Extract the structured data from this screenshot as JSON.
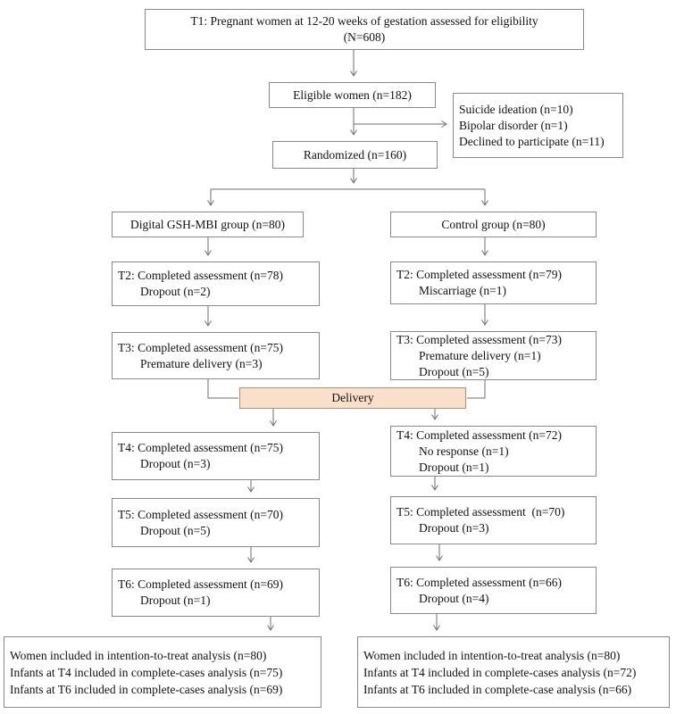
{
  "colors": {
    "background": "#ffffff",
    "text": "#111111",
    "box_border": "#888888",
    "line": "#6e6e6e",
    "delivery_fill": "#fadfca",
    "delivery_border": "#a98f7c"
  },
  "boxes": {
    "t1": {
      "lines": [
        "T1: Pregnant women at 12-20 weeks of gestation assessed for eligibility",
        "(N=608)"
      ]
    },
    "eligible": {
      "label": "Eligible women (n=182)"
    },
    "exclusions": {
      "lines": [
        "Suicide ideation (n=10)",
        "Bipolar disorder (n=1)",
        "Declined to participate (n=11)"
      ]
    },
    "randomized": {
      "label": "Randomized (n=160)"
    },
    "group_left": {
      "label": "Digital GSH-MBI group (n=80)"
    },
    "group_right": {
      "label": "Control group (n=80)"
    },
    "t2_left": {
      "lines": [
        "T2: Completed assessment (n=78)",
        "Dropout (n=2)"
      ]
    },
    "t2_right": {
      "lines": [
        "T2: Completed assessment (n=79)",
        "Miscarriage (n=1)"
      ]
    },
    "t3_left": {
      "lines": [
        "T3: Completed assessment (n=75)",
        "Premature delivery (n=3)"
      ]
    },
    "t3_right": {
      "lines": [
        "T3: Completed assessment (n=73)",
        "Premature delivery (n=1)",
        "Dropout (n=5)"
      ]
    },
    "delivery": {
      "label": "Delivery"
    },
    "t4_left": {
      "lines": [
        "T4: Completed assessment (n=75)",
        "Dropout (n=3)"
      ]
    },
    "t4_right": {
      "lines": [
        "T4: Completed assessment (n=72)",
        "No response (n=1)",
        "Dropout (n=1)"
      ]
    },
    "t5_left": {
      "lines": [
        "T5: Completed assessment (n=70)",
        "Dropout (n=5)"
      ]
    },
    "t5_right": {
      "lines": [
        "T5: Completed assessment  (n=70)",
        "Dropout (n=3)"
      ]
    },
    "t6_left": {
      "lines": [
        "T6: Completed assessment (n=69)",
        "Dropout (n=1)"
      ]
    },
    "t6_right": {
      "lines": [
        "T6: Completed assessment (n=66)",
        "Dropout (n=4)"
      ]
    },
    "final_left": {
      "lines": [
        "Women included in intention-to-treat analysis (n=80)",
        "Infants at T4 included in complete-cases analysis (n=75)",
        "Infants at T6 included in complete-cases analysis (n=69)"
      ]
    },
    "final_right": {
      "lines": [
        "Women included in intention-to-treat analysis (n=80)",
        "Infants at T4 included in complete-cases analysis (n=72)",
        "Infants at T6 included in complete-case analysis (n=66)"
      ]
    }
  }
}
